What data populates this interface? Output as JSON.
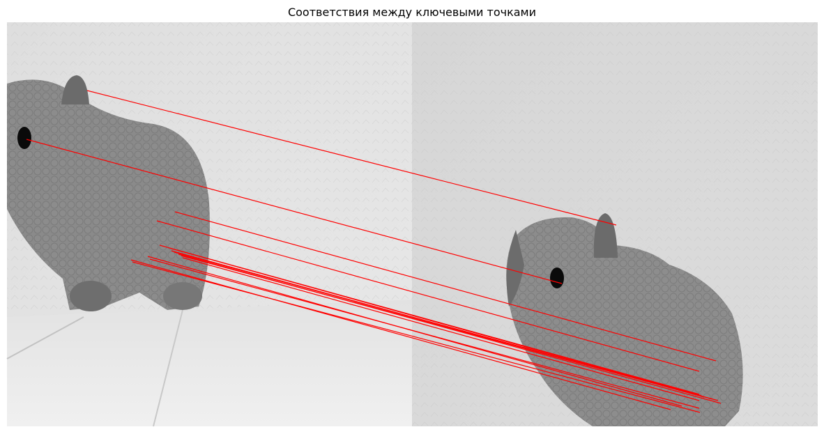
{
  "figure": {
    "title": "Соответствия между ключевыми точками"
  },
  "colors": {
    "match_line": "#ff0000",
    "wall_left": "#e3e3e3",
    "wall_right": "#d8d8d8",
    "floor": "#e9e9e9",
    "toy_body": "#8a8a8a",
    "toy_dark": "#5e5e5e",
    "eye": "#0a0a0a"
  },
  "images": [
    {
      "name": "left-photo",
      "subject": "plush toy capybara"
    },
    {
      "name": "right-photo",
      "subject": "plush toy capybara"
    }
  ]
}
